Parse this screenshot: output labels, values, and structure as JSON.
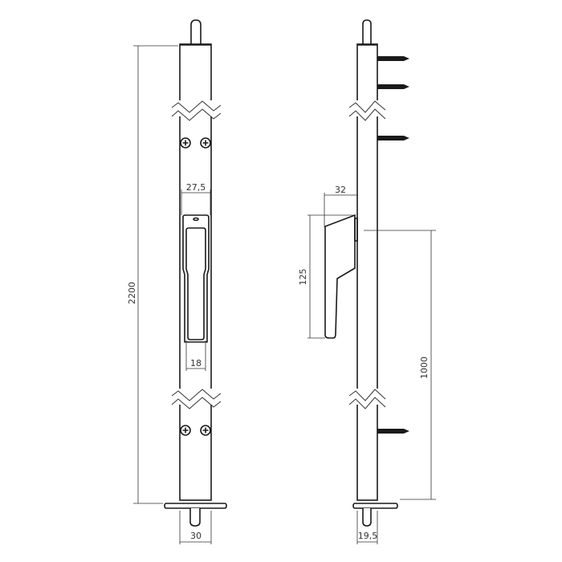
{
  "dimensions": {
    "total_height": "2200",
    "plate_width": "27,5",
    "handle_width": "18",
    "bar_width_front": "30",
    "handle_projection": "32",
    "handle_height": "125",
    "handle_height_from_floor": "1000",
    "bar_width_side": "19,5"
  },
  "colors": {
    "line": "#1a1a1a",
    "background": "#ffffff"
  }
}
